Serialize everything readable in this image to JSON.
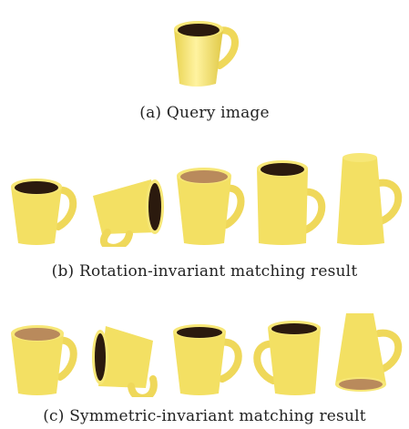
{
  "figure": {
    "panel_a": {
      "caption": "(a) Query image"
    },
    "panel_b": {
      "caption": "(b) Rotation-invariant matching result"
    },
    "panel_c": {
      "caption": "(c) Symmetric-invariant matching result"
    }
  },
  "colors": {
    "mug_body": "#F6E66A",
    "mug_highlight": "#FFF6A8",
    "mug_shadow": "#D9C43A",
    "coffee_dark": "#2B1A0E",
    "coffee_milky": "#B98A5C"
  }
}
